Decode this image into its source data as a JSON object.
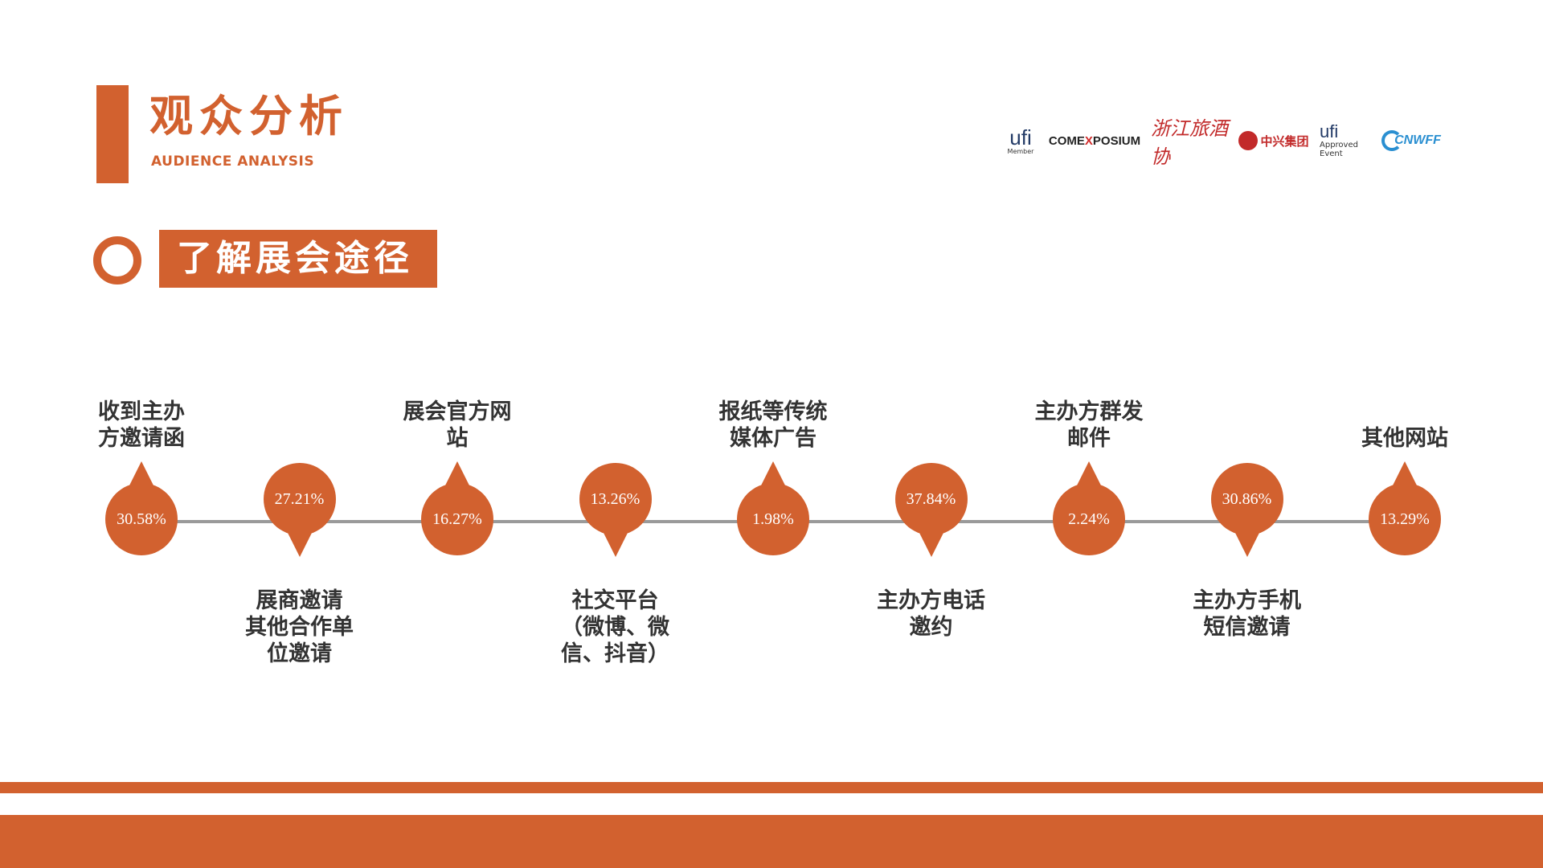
{
  "header": {
    "title_zh": "观众分析",
    "title_en": "AUDIENCE ANALYSIS"
  },
  "logos": {
    "ufi_member": "ufi",
    "ufi_member_sub": "Member",
    "comexposium_a": "COME",
    "comexposium_x": "X",
    "comexposium_b": "POSIUM",
    "zhejiang": "浙江旅酒协",
    "zhongxing": "中兴集团",
    "ufi_approved": "ufi",
    "ufi_approved_sub1": "Approved",
    "ufi_approved_sub2": "Event",
    "cnwff": "CNWFF"
  },
  "section": {
    "title": "了解展会途径"
  },
  "colors": {
    "accent": "#d2612f",
    "line": "#9a9a9a",
    "text": "#333333"
  },
  "timeline": [
    {
      "label_lines": [
        "收到主办",
        "方邀请函"
      ],
      "value": "30.58%"
    },
    {
      "label_lines": [
        "展商邀请",
        "其他合作单",
        "位邀请"
      ],
      "value": "27.21%"
    },
    {
      "label_lines": [
        "展会官方网",
        "站"
      ],
      "value": "16.27%"
    },
    {
      "label_lines": [
        "社交平台",
        "（微博、微",
        "信、抖音）"
      ],
      "value": "13.26%"
    },
    {
      "label_lines": [
        "报纸等传统",
        "媒体广告"
      ],
      "value": "1.98%"
    },
    {
      "label_lines": [
        "主办方电话",
        "邀约"
      ],
      "value": "37.84%"
    },
    {
      "label_lines": [
        "主办方群发",
        "邮件"
      ],
      "value": "2.24%"
    },
    {
      "label_lines": [
        "主办方手机",
        "短信邀请"
      ],
      "value": "30.86%"
    },
    {
      "label_lines": [
        "其他网站"
      ],
      "value": "13.29%"
    }
  ]
}
